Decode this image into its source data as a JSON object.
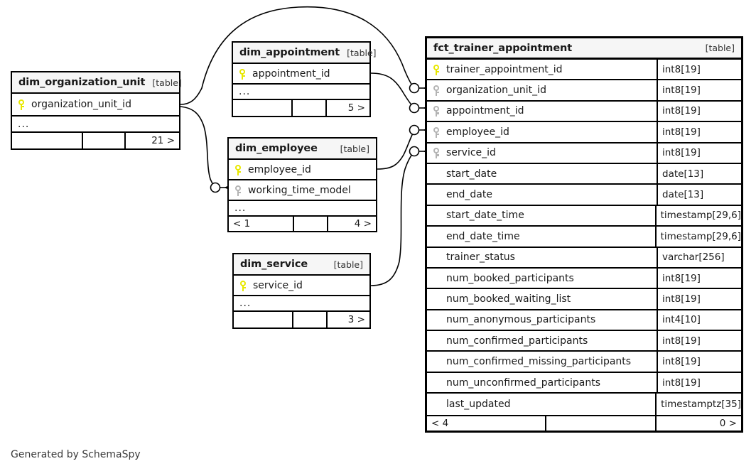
{
  "credit": "Generated by SchemaSpy",
  "table_tag": "[table]",
  "ellipsis": "...",
  "colors": {
    "primary_key": "#e8e800",
    "foreign_key": "#b4b4b4",
    "border": "#000000",
    "header_bg": "#f6f6f6",
    "page_bg": "#ffffff"
  },
  "tables": {
    "dim_organization_unit": {
      "name": "dim_organization_unit",
      "tag": "[table]",
      "columns": [
        {
          "key": "pk",
          "name": "organization_unit_id"
        }
      ],
      "has_ellipsis": true,
      "footer": {
        "left": "",
        "middle": "",
        "right": "21 >"
      }
    },
    "dim_appointment": {
      "name": "dim_appointment",
      "tag": "[table]",
      "columns": [
        {
          "key": "pk",
          "name": "appointment_id"
        }
      ],
      "has_ellipsis": true,
      "footer": {
        "left": "",
        "middle": "",
        "right": "5 >"
      }
    },
    "dim_employee": {
      "name": "dim_employee",
      "tag": "[table]",
      "columns": [
        {
          "key": "pk",
          "name": "employee_id"
        },
        {
          "key": "fk",
          "name": "working_time_model"
        }
      ],
      "has_ellipsis": true,
      "footer": {
        "left": "< 1",
        "middle": "",
        "right": "4 >"
      }
    },
    "dim_service": {
      "name": "dim_service",
      "tag": "[table]",
      "columns": [
        {
          "key": "pk",
          "name": "service_id"
        }
      ],
      "has_ellipsis": true,
      "footer": {
        "left": "",
        "middle": "",
        "right": "3 >"
      }
    },
    "fct_trainer_appointment": {
      "name": "fct_trainer_appointment",
      "tag": "[table]",
      "columns": [
        {
          "key": "pk",
          "name": "trainer_appointment_id",
          "type": "int8[19]"
        },
        {
          "key": "fk",
          "name": "organization_unit_id",
          "type": "int8[19]"
        },
        {
          "key": "fk",
          "name": "appointment_id",
          "type": "int8[19]"
        },
        {
          "key": "fk",
          "name": "employee_id",
          "type": "int8[19]"
        },
        {
          "key": "fk",
          "name": "service_id",
          "type": "int8[19]"
        },
        {
          "key": "none",
          "name": "start_date",
          "type": "date[13]"
        },
        {
          "key": "none",
          "name": "end_date",
          "type": "date[13]"
        },
        {
          "key": "none",
          "name": "start_date_time",
          "type": "timestamp[29,6]"
        },
        {
          "key": "none",
          "name": "end_date_time",
          "type": "timestamp[29,6]"
        },
        {
          "key": "none",
          "name": "trainer_status",
          "type": "varchar[256]"
        },
        {
          "key": "none",
          "name": "num_booked_participants",
          "type": "int8[19]"
        },
        {
          "key": "none",
          "name": "num_booked_waiting_list",
          "type": "int8[19]"
        },
        {
          "key": "none",
          "name": "num_anonymous_participants",
          "type": "int4[10]"
        },
        {
          "key": "none",
          "name": "num_confirmed_participants",
          "type": "int8[19]"
        },
        {
          "key": "none",
          "name": "num_confirmed_missing_participants",
          "type": "int8[19]"
        },
        {
          "key": "none",
          "name": "num_unconfirmed_participants",
          "type": "int8[19]"
        },
        {
          "key": "none",
          "name": "last_updated",
          "type": "timestamptz[35]"
        }
      ],
      "has_ellipsis": false,
      "footer": {
        "left": "< 4",
        "middle": "",
        "right": "0 >"
      }
    }
  },
  "relationships": [
    {
      "from": "dim_organization_unit",
      "to": "fct_trainer_appointment.organization_unit_id"
    },
    {
      "from": "dim_organization_unit",
      "to": "dim_employee.working_time_model"
    },
    {
      "from": "dim_appointment",
      "to": "fct_trainer_appointment.appointment_id"
    },
    {
      "from": "dim_employee",
      "to": "fct_trainer_appointment.employee_id"
    },
    {
      "from": "dim_service",
      "to": "fct_trainer_appointment.service_id"
    }
  ]
}
